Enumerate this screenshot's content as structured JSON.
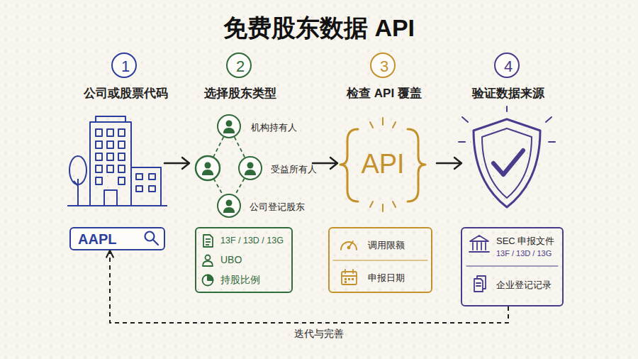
{
  "diagram": {
    "title": "免费股东数据 API",
    "nodes": [
      {
        "text": [
          "1",
          "公司或股票代码"
        ]
      },
      {
        "text": [
          "2",
          "选择股东类型"
        ]
      },
      {
        "text": [
          "3",
          "检查 API 覆盖"
        ]
      },
      {
        "text": [
          "4",
          "验证数据来源"
        ]
      },
      {
        "text": [
          "机构持有人"
        ]
      },
      {
        "text": [
          "受益所有人"
        ]
      },
      {
        "text": [
          "公司登记股东"
        ]
      },
      {
        "text": [
          "AAPL"
        ]
      },
      {
        "text": [
          "13F / 13D / 13G",
          "UBO",
          "持股比例"
        ]
      },
      {
        "text": [
          "调用限额",
          "申报日期"
        ]
      },
      {
        "text": [
          "SEC 申报文件",
          "13F / 13D / 13G",
          "企业登记记录"
        ]
      }
    ],
    "edges": [
      {
        "from": 4,
        "to": 5,
        "arrow": "none"
      },
      {
        "from": 5,
        "to": 6,
        "arrow": "none"
      },
      {
        "from": 10,
        "to": 7,
        "label": "迭代与完善",
        "arrow": "to"
      }
    ],
    "labels": [
      "API"
    ]
  }
}
